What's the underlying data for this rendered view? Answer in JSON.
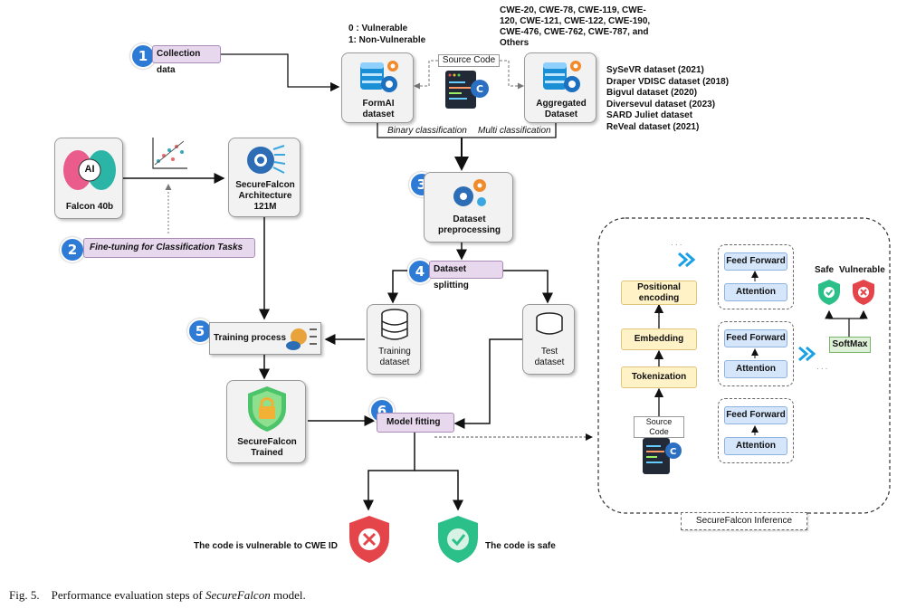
{
  "labels": {
    "vuln_legend_0": "0 : Vulnerable",
    "vuln_legend_1": "1: Non-Vulnerable",
    "cwe_list": [
      "CWE-20, CWE-78, CWE-119, CWE-",
      "120, CWE-121, CWE-122, CWE-190,",
      "CWE-476, CWE-762, CWE-787, and",
      "Others"
    ],
    "collection_data": "Collection data",
    "source_code": "Source Code",
    "formai_1": "FormAI",
    "formai_2": "dataset",
    "aggregated_1": "Aggregated",
    "aggregated_2": "Dataset",
    "datasets": [
      "SySeVR dataset (2021)",
      "Draper VDISC dataset (2018)",
      "Bigvul dataset (2020)",
      "Diversevul dataset (2023)",
      "SARD Juliet dataset",
      "ReVeal dataset (2021)"
    ],
    "binary_classification": "Binary classification",
    "multi_classification": "Multi classification",
    "falcon": "Falcon 40b",
    "ai": "AI",
    "arch_1": "SecureFalcon",
    "arch_2": "Architecture",
    "arch_3": "121M",
    "finetuning": "Fine-tuning for Classification Tasks",
    "preproc_1": "Dataset",
    "preproc_2": "preprocessing",
    "splitting": "Dataset splitting",
    "training_process": "Training process",
    "training_ds_1": "Training",
    "training_ds_2": "dataset",
    "test_ds_1": "Test",
    "test_ds_2": "dataset",
    "trained_1": "SecureFalcon",
    "trained_2": "Trained",
    "model_fitting": "Model fitting",
    "vuln_result": "The code is vulnerable to CWE ID",
    "safe_result": "The code is safe",
    "positional_1": "Positional",
    "positional_2": "encoding",
    "embedding": "Embedding",
    "tokenization": "Tokenization",
    "inf_src_1": "Source",
    "inf_src_2": "Code",
    "feed_forward": "Feed Forward",
    "attention": "Attention",
    "softmax": "SoftMax",
    "safe": "Safe",
    "vulnerable": "Vulnerable",
    "inference": "SecureFalcon Inference",
    "steps": [
      "1",
      "2",
      "3",
      "4",
      "5",
      "6"
    ]
  },
  "caption": {
    "prefix": "Fig. 5.    Performance evaluation steps of ",
    "italic": "SecureFalcon",
    "suffix": " model."
  },
  "colors": {
    "step_blue": "#2e7bd6",
    "purple_label": "#e7d8ee",
    "yellow_box": "#fff2c7",
    "blue_box": "#d5e6fb",
    "softmax_green": "#dff0d8",
    "shield_red": "#e4454a",
    "shield_green": "#2bbf8a"
  }
}
